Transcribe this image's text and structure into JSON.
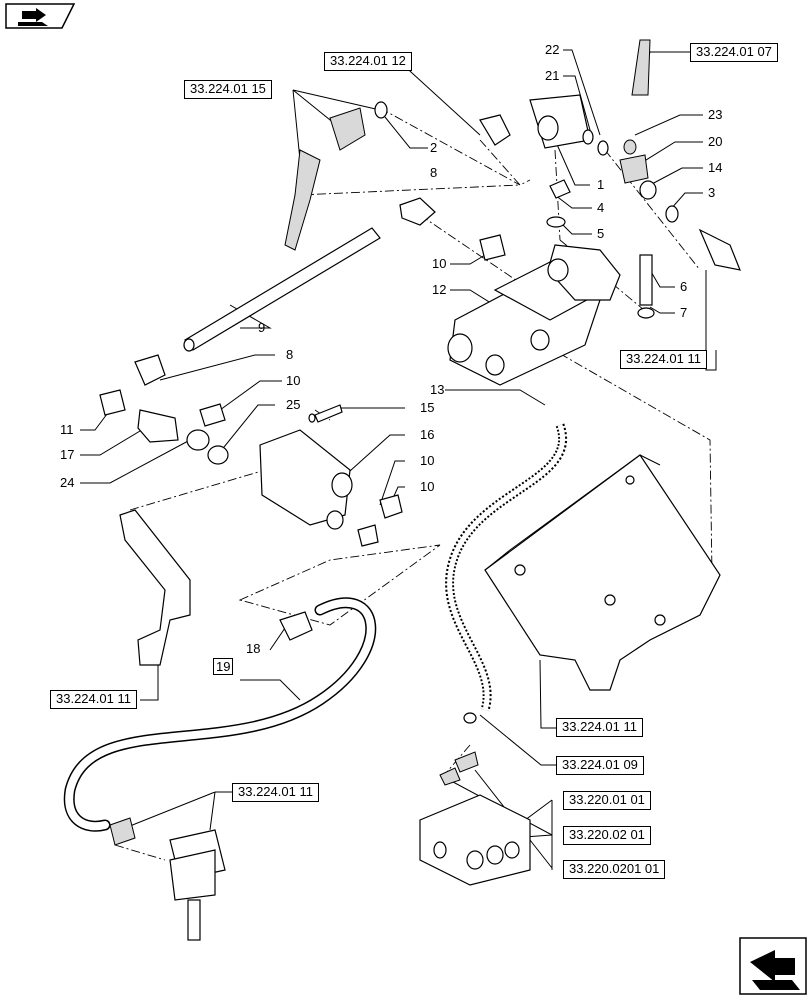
{
  "nav": {
    "top_icon": "folder-arrow-icon",
    "bottom_icon": "next-page-arrow-icon"
  },
  "references": {
    "r_12": "33.224.01 12",
    "r_15": "33.224.01 15",
    "r_07": "33.224.01 07",
    "r_11_right": "33.224.01 11",
    "r_11_left": "33.224.01 11",
    "r_11_mid": "33.224.01 11",
    "r_09": "33.224.01 09",
    "r_11_bottom": "33.224.01 11",
    "r_220_01": "33.220.01 01",
    "r_220_02": "33.220.02 01",
    "r_220_0201": "33.220.0201 01"
  },
  "items": {
    "n1": "1",
    "n2": "2",
    "n3": "3",
    "n4": "4",
    "n5": "5",
    "n6": "6",
    "n7": "7",
    "n8a": "8",
    "n8b": "8",
    "n9": "9",
    "n10a": "10",
    "n10b": "10",
    "n10c": "10",
    "n10d": "10",
    "n11": "11",
    "n12": "12",
    "n13": "13",
    "n14": "14",
    "n15": "15",
    "n16": "16",
    "n17": "17",
    "n18": "18",
    "n19": "19",
    "n20": "20",
    "n21": "21",
    "n22": "22",
    "n23": "23",
    "n24": "24",
    "n25": "25"
  }
}
